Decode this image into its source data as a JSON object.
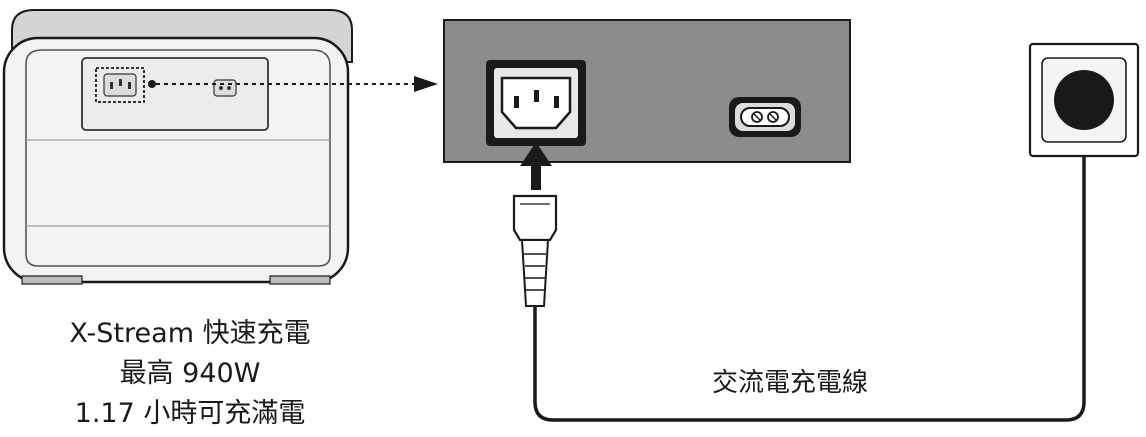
{
  "station": {
    "caption_line1": "X-Stream 快速充電",
    "caption_line2": "最高 940W",
    "caption_line3": "1.17 小時可充滿電"
  },
  "cable": {
    "label": "交流電充電線"
  },
  "colors": {
    "line": "#1a1a1a",
    "panel": "#8c8c8c",
    "station_body": "#f2f2f2",
    "station_top": "#d9d9d9"
  },
  "icons": {
    "arrow_down": "arrow-down-icon",
    "arrow_right": "arrow-right-icon",
    "wall_socket": "wall-socket-icon",
    "plug": "iec-plug-icon"
  }
}
